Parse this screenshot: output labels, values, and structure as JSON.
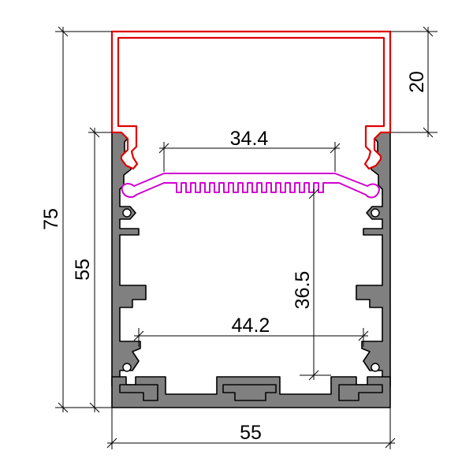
{
  "dimensions": {
    "overall_height": "75",
    "body_height": "55",
    "body_width": "55",
    "cover_height": "20",
    "pcb_width": "34.4",
    "inner_depth": "36.5",
    "inner_width": "44.2"
  },
  "colors": {
    "profile_fill": "#808080",
    "cover_stroke": "#e00000",
    "heatsink_stroke": "#d000d0",
    "dimension_line": "#000000"
  }
}
